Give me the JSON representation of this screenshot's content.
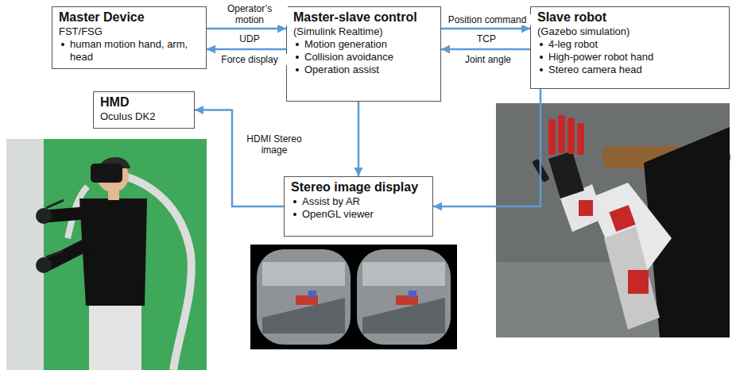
{
  "diagram": {
    "nodes": [
      {
        "text": [
          "Master Device",
          "FST/FSG",
          "human motion hand, arm, head"
        ]
      },
      {
        "text": [
          "Master-slave control",
          "(Simulink Realtime)",
          "Motion generation",
          "Collision avoidance",
          "Operation assist"
        ]
      },
      {
        "text": [
          "Slave robot",
          "(Gazebo simulation)",
          "4-leg robot",
          "High-power robot hand",
          "Stereo camera head"
        ]
      },
      {
        "text": [
          "HMD",
          "Oculus DK2"
        ]
      },
      {
        "text": [
          "Stereo image display",
          "Assist by AR",
          "OpenGL viewer"
        ]
      }
    ],
    "edges": [
      {
        "from": 0,
        "to": 1,
        "label": "Operator’s motion",
        "arrow": "to"
      },
      {
        "from": 1,
        "to": 0,
        "label": "Force display",
        "arrow": "to"
      },
      {
        "from": 1,
        "to": 2,
        "label": "Position command",
        "arrow": "to"
      },
      {
        "from": 2,
        "to": 1,
        "label": "Joint angle",
        "arrow": "to"
      },
      {
        "from": 1,
        "to": 4,
        "arrow": "to"
      },
      {
        "from": 4,
        "to": 3,
        "label": "HDMI Stereo image",
        "arrow": "to"
      },
      {
        "from": 2,
        "to": 4,
        "arrow": "to"
      }
    ],
    "labels": [
      "UDP",
      "TCP"
    ]
  }
}
